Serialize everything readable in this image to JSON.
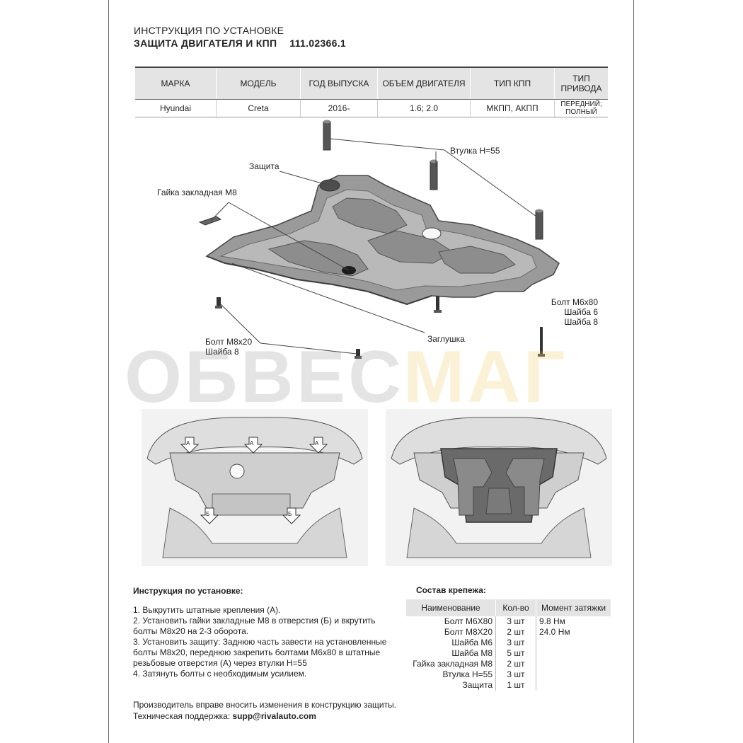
{
  "header": {
    "line1": "ИНСТРУКЦИЯ ПО УСТАНОВКЕ",
    "line2": "ЗАЩИТА ДВИГАТЕЛЯ И КПП",
    "code": "111.02366.1"
  },
  "spec_table": {
    "headers": [
      "МАРКА",
      "МОДЕЛЬ",
      "ГОД ВЫПУСКА",
      "ОБЪЕМ ДВИГАТЕЛЯ",
      "ТИП КПП",
      "ТИП ПРИВОДА"
    ],
    "row": [
      "Hyundai",
      "Creta",
      "2016-",
      "1.6; 2.0",
      "МКПП, АКПП",
      "ПЕРЕДНИЙ; ПОЛНЫЙ"
    ]
  },
  "callouts": {
    "sleeve": "Втулка Н=55",
    "guard": "Защита",
    "nut": "Гайка закладная М8",
    "bolt_m6": "Болт М6х80",
    "washer6": "Шайба 6",
    "washer8_right": "Шайба 8",
    "bolt_m8": "Болт М8х20",
    "washer8_left": "Шайба 8",
    "plug": "Заглушка"
  },
  "watermark": {
    "part1": "ОБВЕС",
    "part2": "МАГ"
  },
  "photo_marks": {
    "a": "A",
    "b": "Б"
  },
  "instructions": {
    "title": "Инструкция по установке:",
    "steps": [
      "1. Выкрутить штатные крепления (А).",
      "2. Установить гайки закладные М8 в отверстия (Б) и вкрутить болты М8х20 на 2-3 оборота.",
      "3. Установить защиту: Заднюю часть завести на установленные болты М8х20, переднюю закрепить болтами М6х80 в штатные резьбовые отверстия (А) через втулки Н=55",
      "4. Затянуть болты с необходимым усилием."
    ]
  },
  "fasteners": {
    "title": "Состав крепежа:",
    "headers": [
      "Наименование",
      "Кол-во",
      "Момент затяжки"
    ],
    "rows": [
      {
        "name": "Болт М6Х80",
        "qty": "3 шт",
        "torque": "9.8 Нм"
      },
      {
        "name": "Болт М8Х20",
        "qty": "2 шт",
        "torque": "24.0 Нм"
      },
      {
        "name": "Шайба М6",
        "qty": "3 шт",
        "torque": ""
      },
      {
        "name": "Шайба М8",
        "qty": "5 шт",
        "torque": ""
      },
      {
        "name": "Гайка закладная М8",
        "qty": "2 шт",
        "torque": ""
      },
      {
        "name": "Втулка Н=55",
        "qty": "3 шт",
        "torque": ""
      },
      {
        "name": "Защита",
        "qty": "1 шт",
        "torque": ""
      }
    ]
  },
  "footer": {
    "line1": "Производитель вправе вносить изменения в конструкцию защиты.",
    "support_label": "Техническая поддержка:",
    "email": "supp@rivalauto.com"
  }
}
